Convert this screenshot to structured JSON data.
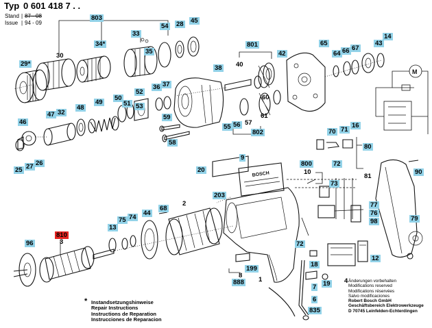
{
  "header": {
    "typ_label": "Typ",
    "typ_value": "0 601 418 7 . .",
    "stand_label": "Stand",
    "stand_value": "87 - 08",
    "issue_label": "Issue",
    "issue_value": "94 - 09",
    "separator": "|"
  },
  "notes": {
    "star": "*",
    "lines": [
      "Instandsetzungshinweise",
      "Repair Instructions",
      "Instructions de Reparation",
      "Instrucciones de Reparacion"
    ]
  },
  "bosch_block": {
    "lines": [
      "Änderungen vorbehalten",
      "Modifications reserved",
      "Modifications réservées",
      "Salvo modificaciones",
      "Robert Bosch GmbH",
      "Geschäftsbereich Elektrowerkzeuge",
      "D 70745 Leinfelden-Echterdingen"
    ]
  },
  "part_labels": [
    "803",
    "33",
    "54",
    "28",
    "45",
    "30",
    "34*",
    "35",
    "29*",
    "801",
    "65",
    "14",
    "40",
    "42",
    "64",
    "66",
    "67",
    "43",
    "38",
    "36",
    "37",
    "50",
    "52",
    "53",
    "47",
    "32",
    "48",
    "49",
    "51",
    "59",
    "56",
    "60",
    "55",
    "57",
    "58",
    "802",
    "46",
    "70",
    "71",
    "16",
    "25",
    "27",
    "26",
    "80",
    "9",
    "20",
    "800",
    "10",
    "72",
    "90",
    "73",
    "81",
    "203",
    "77",
    "76",
    "98",
    "44",
    "2",
    "68",
    "75",
    "74",
    "79",
    "13",
    "810",
    "3",
    "96",
    "72",
    "18",
    "12",
    "4",
    "199",
    "8",
    "888",
    "7",
    "19",
    "1",
    "6",
    "835"
  ],
  "labels_on_shapes": {
    "mark_30_lower": "30",
    "mark_3": "3",
    "mark_61": "61",
    "motor_symbol": "M",
    "housing_text": "BOSCH"
  },
  "colors": {
    "callout": "#92d2e8",
    "highlight": "#e8231f",
    "ink": "#111111"
  }
}
